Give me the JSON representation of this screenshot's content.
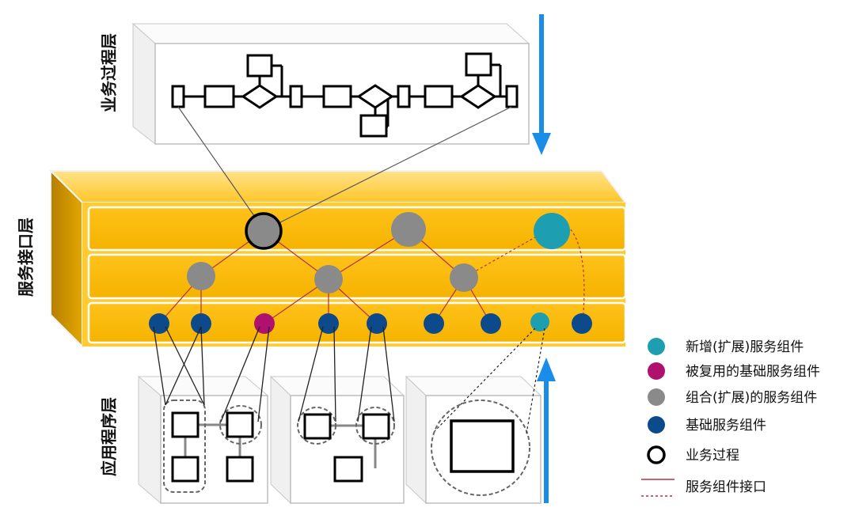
{
  "layers": {
    "business_process": "业务过程层",
    "service_interface": "服务接口层",
    "application": "应用程序层"
  },
  "legend": {
    "new_component": "新增(扩展)服务组件",
    "reused_basic": "被复用的基础服务组件",
    "composite": "组合(扩展)的服务组件",
    "basic": "基础服务组件",
    "business_process": "业务过程",
    "interface": "服务组件接口"
  },
  "colors": {
    "teal": "#1e9fb1",
    "magenta": "#b0106e",
    "gray": "#8a8a8a",
    "navy": "#0d4a8c",
    "orange": "#ffc21a",
    "orange_dark": "#d79a00",
    "blue_arrow": "#1a8de8",
    "link_red": "#b5303a"
  }
}
